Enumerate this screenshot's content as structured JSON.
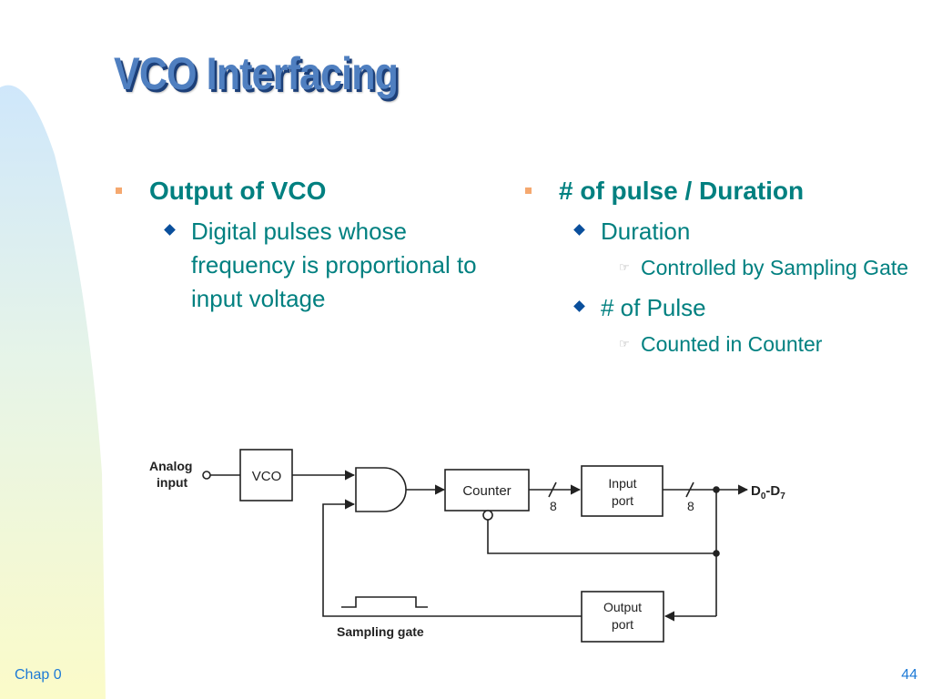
{
  "slide": {
    "title": "VCO Interfacing",
    "left_column": {
      "heading": "Output of VCO",
      "sub": "Digital pulses whose frequency is proportional to input voltage"
    },
    "right_column": {
      "heading": "# of pulse / Duration",
      "items": [
        {
          "label": "Duration",
          "detail": "Controlled by Sampling Gate"
        },
        {
          "label": "# of Pulse",
          "detail": "Counted in Counter"
        }
      ]
    }
  },
  "diagram": {
    "analog_input": [
      "Analog",
      "input"
    ],
    "vco": "VCO",
    "counter": "Counter",
    "input_port": [
      "Input",
      "port"
    ],
    "output_port": [
      "Output",
      "port"
    ],
    "bus_width_1": "8",
    "bus_width_2": "8",
    "output_main": "D",
    "output_sub_start": "0",
    "output_dash": "-D",
    "output_sub_end": "7",
    "sampling_gate": "Sampling gate"
  },
  "footer": {
    "chapter": "Chap 0",
    "page": "44"
  },
  "colors": {
    "title": "#4f7fc0",
    "title_shadow": "#1c3f78",
    "body_text": "#008080",
    "bullet_square": "#f5a86f",
    "bullet_diamond": "#0a4f9c",
    "footer": "#1d7ad6"
  }
}
